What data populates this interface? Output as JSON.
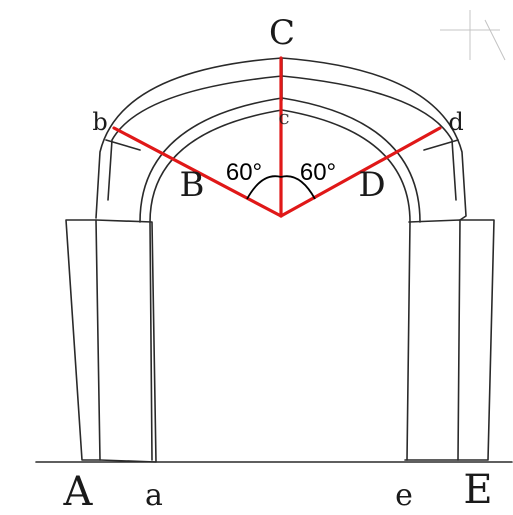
{
  "diagram": {
    "labels": {
      "C": "C",
      "b": "b",
      "d": "d",
      "B": "B",
      "D": "D",
      "A": "A",
      "a": "a",
      "e": "e",
      "E": "E",
      "c": "c"
    },
    "angles": {
      "left": "60°",
      "right": "60°"
    },
    "colors": {
      "ink": "#2a2a2a",
      "highlight": "#e01818",
      "paper": "#ffffff"
    }
  }
}
